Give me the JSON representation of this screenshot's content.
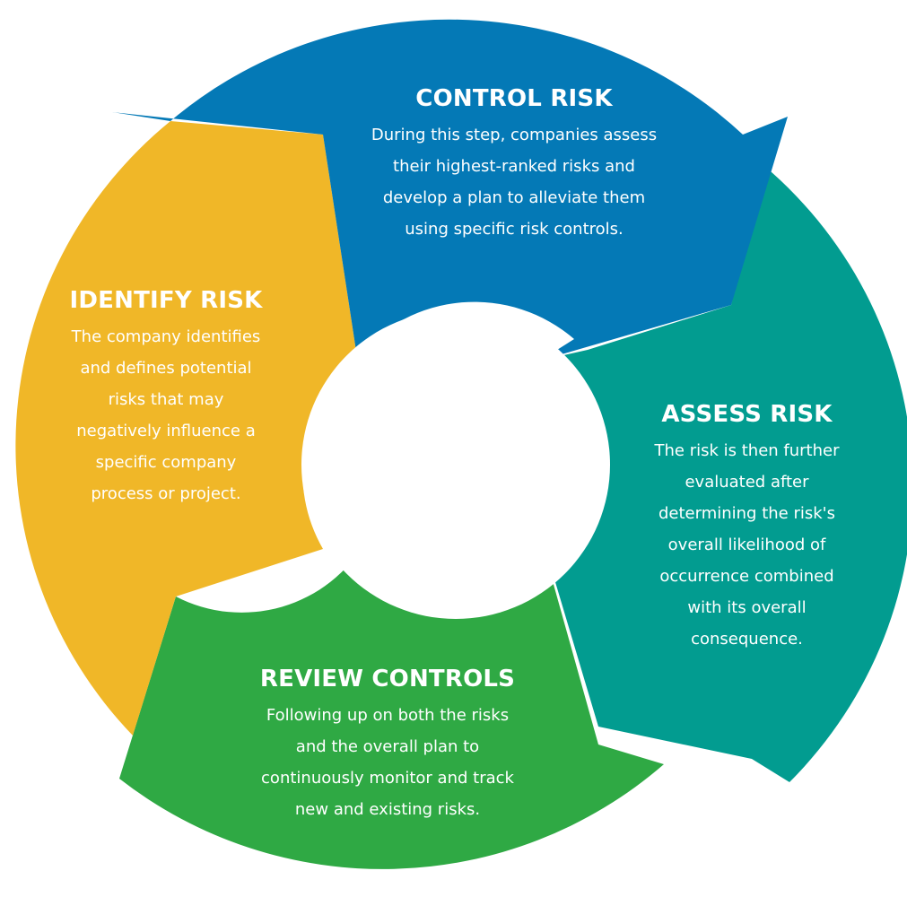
{
  "colors": {
    "control": "#0479b6",
    "assess": "#029c90",
    "review": "#2fa944",
    "identify": "#f0b728",
    "text": "#ffffff",
    "center": "#ffffff"
  },
  "stages": {
    "control": {
      "title": "CONTROL RISK",
      "lines": [
        "During this step, companies assess",
        "their highest-ranked risks and",
        "develop a plan to alleviate them",
        "using specific risk controls."
      ]
    },
    "assess": {
      "title": "ASSESS RISK",
      "lines": [
        "The risk is then further",
        "evaluated after",
        "determining the risk's",
        "overall likelihood of",
        "occurrence combined",
        "with its overall",
        "consequence."
      ]
    },
    "review": {
      "title": "REVIEW CONTROLS",
      "lines": [
        "Following up on both the risks",
        "and the overall plan to",
        "continuously monitor and track",
        "new and existing risks."
      ]
    },
    "identify": {
      "title": "IDENTIFY RISK",
      "lines": [
        "The company identifies",
        "and defines potential",
        "risks that may",
        "negatively influence a",
        "specific company",
        "process or project."
      ]
    }
  }
}
